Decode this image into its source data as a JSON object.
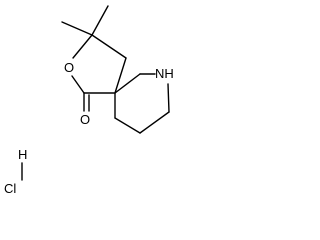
{
  "molecule": {
    "atoms": {
      "ring_oxygen": "O",
      "carbonyl_oxygen": "O",
      "ring_nitrogen": "NH",
      "hydrogen": "H",
      "chlorine": "Cl"
    }
  }
}
